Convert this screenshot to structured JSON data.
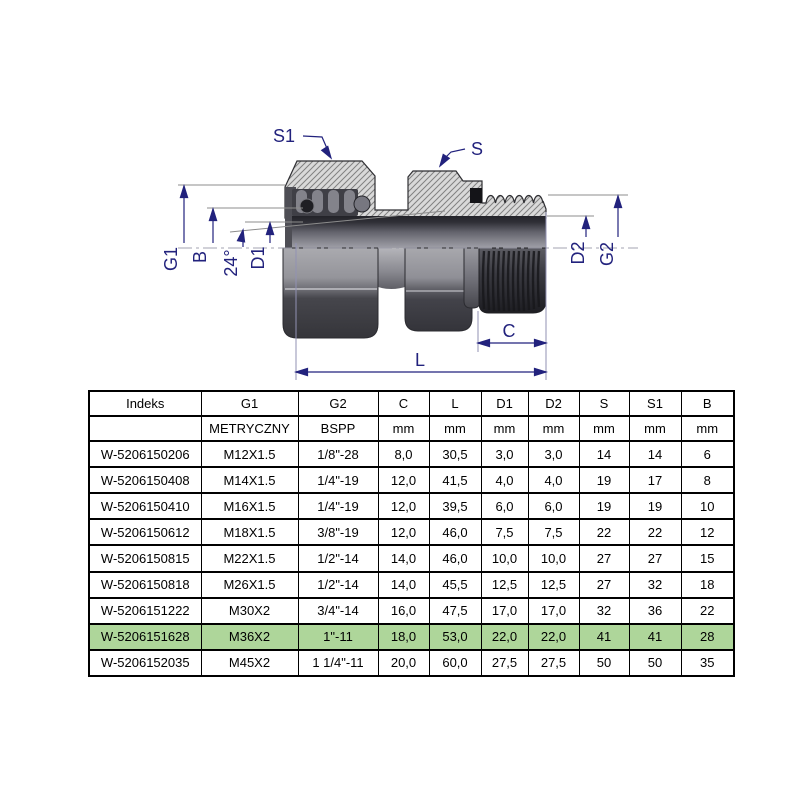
{
  "page": {
    "background": "#ffffff"
  },
  "diagram": {
    "accent_color": "#22227d",
    "labels": {
      "s1": "S1",
      "s": "S",
      "g1": "G1",
      "b": "B",
      "angle": "24°",
      "d1": "D1",
      "d2": "D2",
      "g2": "G2",
      "c": "C",
      "l": "L"
    }
  },
  "table": {
    "columns": [
      "Indeks",
      "G1",
      "G2",
      "C",
      "L",
      "D1",
      "D2",
      "S",
      "S1",
      "B"
    ],
    "units": [
      "",
      "METRYCZNY",
      "BSPP",
      "mm",
      "mm",
      "mm",
      "mm",
      "mm",
      "mm",
      "mm"
    ],
    "rows": [
      [
        "W-5206150206",
        "M12X1.5",
        "1/8\"-28",
        "8,0",
        "30,5",
        "3,0",
        "3,0",
        "14",
        "14",
        "6"
      ],
      [
        "W-5206150408",
        "M14X1.5",
        "1/4\"-19",
        "12,0",
        "41,5",
        "4,0",
        "4,0",
        "19",
        "17",
        "8"
      ],
      [
        "W-5206150410",
        "M16X1.5",
        "1/4\"-19",
        "12,0",
        "39,5",
        "6,0",
        "6,0",
        "19",
        "19",
        "10"
      ],
      [
        "W-5206150612",
        "M18X1.5",
        "3/8\"-19",
        "12,0",
        "46,0",
        "7,5",
        "7,5",
        "22",
        "22",
        "12"
      ],
      [
        "W-5206150815",
        "M22X1.5",
        "1/2\"-14",
        "14,0",
        "46,0",
        "10,0",
        "10,0",
        "27",
        "27",
        "15"
      ],
      [
        "W-5206150818",
        "M26X1.5",
        "1/2\"-14",
        "14,0",
        "45,5",
        "12,5",
        "12,5",
        "27",
        "32",
        "18"
      ],
      [
        "W-5206151222",
        "M30X2",
        "3/4\"-14",
        "16,0",
        "47,5",
        "17,0",
        "17,0",
        "32",
        "36",
        "22"
      ],
      [
        "W-5206151628",
        "M36X2",
        "1\"-11",
        "18,0",
        "53,0",
        "22,0",
        "22,0",
        "41",
        "41",
        "28"
      ],
      [
        "W-5206152035",
        "M45X2",
        "1 1/4\"-11",
        "20,0",
        "60,0",
        "27,5",
        "27,5",
        "50",
        "50",
        "35"
      ]
    ],
    "highlight_row_index": 7,
    "highlight_color": "#aed69a"
  }
}
